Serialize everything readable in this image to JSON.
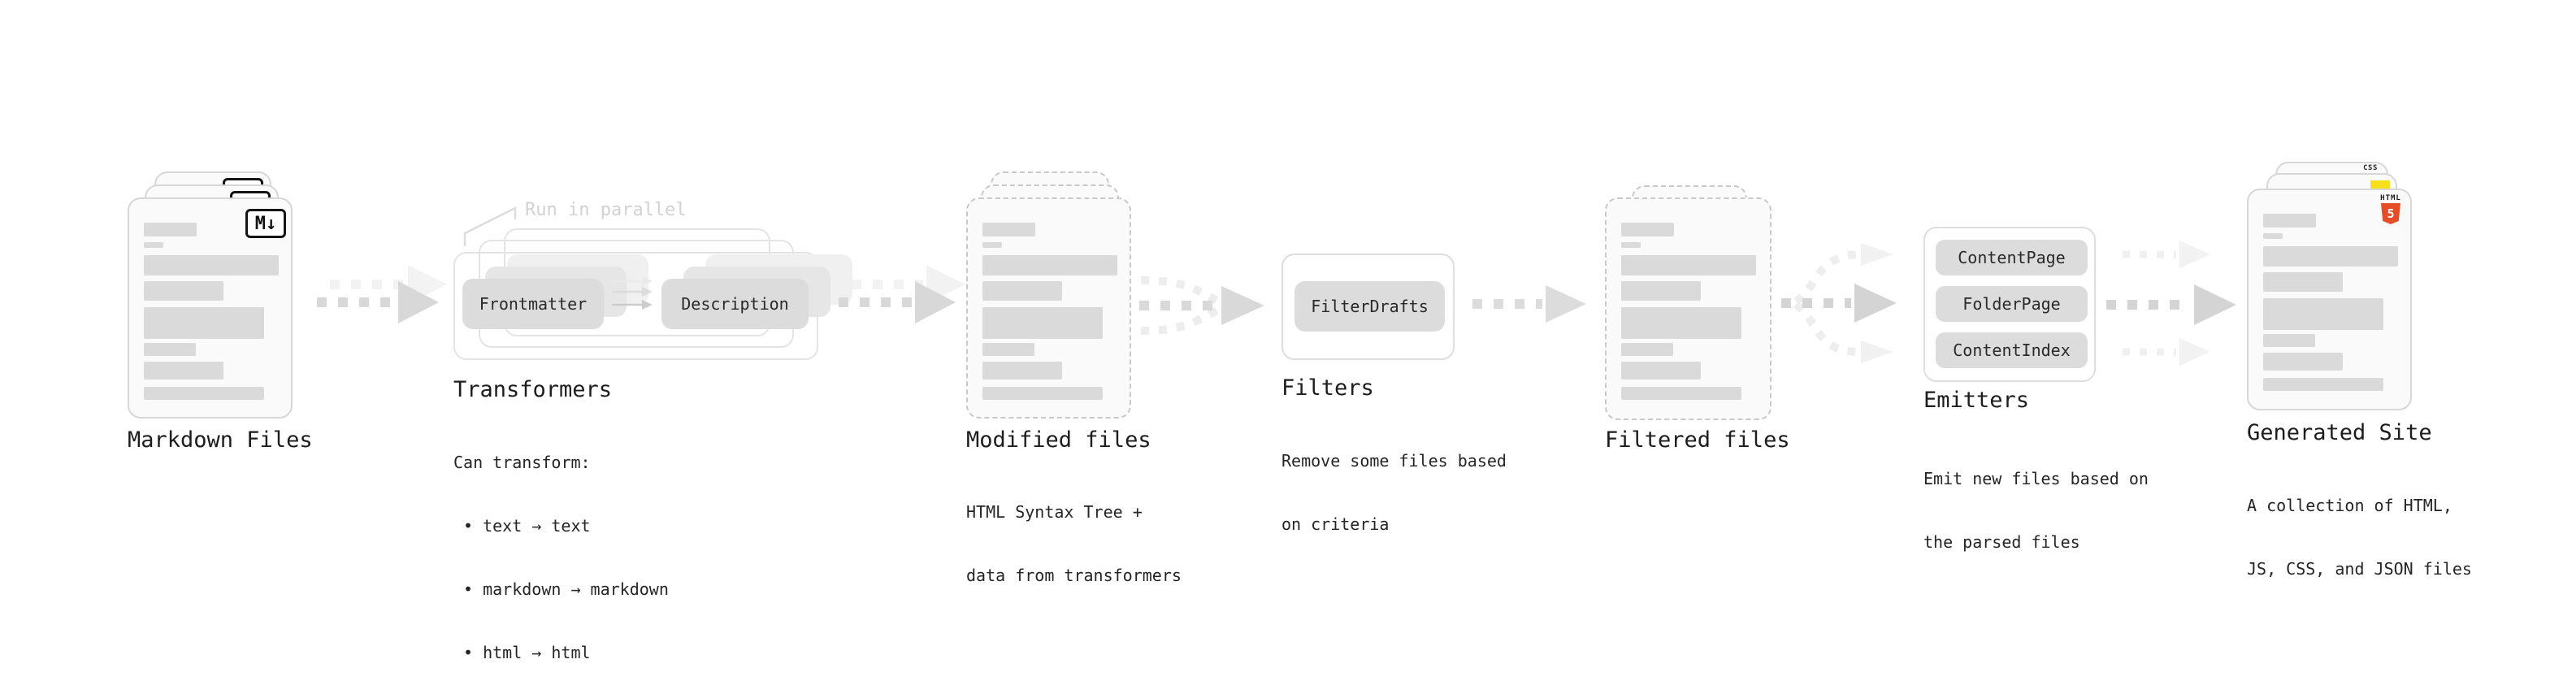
{
  "annotation": {
    "label": "Run in parallel"
  },
  "badges": {
    "markdown": "M↓",
    "css": "CSS",
    "html": "HTML",
    "html5_number": "5"
  },
  "colors": {
    "html5_orange": "#e44d26",
    "js_yellow": "#f7df1e",
    "css_blue": "#2566e8",
    "arrow_gray": "#d6d6d6",
    "arrow_light_gray": "#efefef"
  },
  "stages": {
    "markdown_files": {
      "title": "Markdown Files"
    },
    "transformers": {
      "title": "Transformers",
      "pills": [
        "Frontmatter",
        "Description"
      ],
      "description_heading": "Can transform:",
      "bullets": [
        "• text → text",
        "• markdown → markdown",
        "• html → html"
      ]
    },
    "modified_files": {
      "title": "Modified files",
      "description_lines": [
        "HTML Syntax Tree +",
        "data from transformers"
      ]
    },
    "filters": {
      "title": "Filters",
      "pills": [
        "FilterDrafts"
      ],
      "description_lines": [
        "Remove some files based",
        "on criteria"
      ]
    },
    "filtered_files": {
      "title": "Filtered files"
    },
    "emitters": {
      "title": "Emitters",
      "pills": [
        "ContentPage",
        "FolderPage",
        "ContentIndex"
      ],
      "description_lines": [
        "Emit new files based on",
        "the parsed files"
      ]
    },
    "generated_site": {
      "title": "Generated Site",
      "description_lines": [
        "A collection of HTML,",
        "JS, CSS, and JSON files"
      ]
    }
  }
}
